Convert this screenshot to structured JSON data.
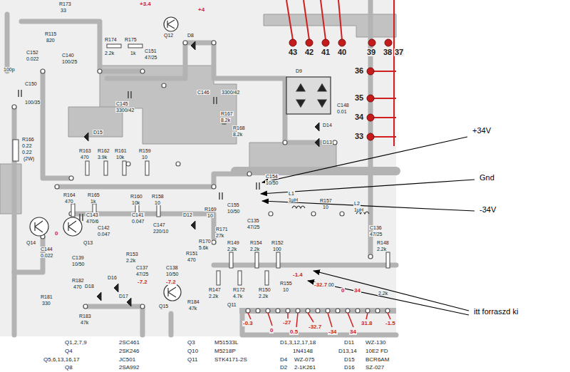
{
  "diagram": {
    "labels": [
      "R173",
      "33",
      "+3.4",
      "Q12",
      "+4",
      "R115",
      "820",
      "C152",
      "0.022",
      "C140",
      "100/25",
      "R174",
      "2.2k",
      "R175",
      "1k",
      "C151",
      "47/25",
      "D8",
      "100p",
      "C150",
      "100/35",
      "C145",
      "3300/42",
      "C146",
      "3300/42",
      "R167",
      "8.2k",
      "R168",
      "8.2k",
      "D9",
      "C148",
      "0.01",
      "D14",
      "D13",
      "D15",
      "R166",
      "0.22",
      "0.22",
      "(2W)",
      "R163",
      "470",
      "R162",
      "3.9k",
      "R161",
      "10k",
      "R159",
      "10",
      "43",
      "42",
      "41",
      "40",
      "39",
      "38",
      "37",
      "36",
      "35",
      "34",
      "33",
      "+34V",
      "Gnd",
      "-34V",
      "itt forraszd ki",
      "C154",
      "10/50",
      "C155",
      "10/50",
      "L1",
      "1μH",
      "R157",
      "10",
      "L2",
      "1μH",
      "R164",
      "470",
      "R165",
      "1k",
      "R160",
      "10k",
      "R158",
      "10",
      "C143",
      "470/6",
      "C141",
      "0.047",
      "C142",
      "0.047",
      "D12",
      "R169",
      "10",
      "C147",
      "220/10",
      "R171",
      "27k",
      "R170",
      "5.6k",
      "C135",
      "47/25",
      "C136",
      "47/25",
      "Q14",
      "Q13",
      "0",
      "C144",
      "0.022",
      "C139",
      "10/50",
      "R153",
      "2.2k",
      "C137",
      "47/25",
      "C138",
      "10/50",
      "R151",
      "470",
      "R149",
      "2.2k",
      "R154",
      "2.2k",
      "R152",
      "100",
      "R148",
      "2.2k",
      "R147",
      "2.2k",
      "R172",
      "4.7k",
      "R150",
      "2.2k",
      "R155",
      "10",
      "100",
      "2.2k",
      "-1.4",
      "-32.7",
      "0",
      "34",
      "D18",
      "D16",
      "D17",
      "R182",
      "470",
      "R181",
      "330",
      "R183",
      "47k",
      "R184",
      "47k",
      "-7.2",
      "-7.2",
      "Q15",
      "Q11",
      "-0.3",
      "0",
      "-27",
      "0.5",
      "-32.7",
      "-34",
      "34",
      "31.8",
      "-1.5",
      "Q1,2,7,9",
      "2SC461",
      "Q3",
      "M51533L",
      "D1,3,12,17,18",
      "D11",
      "WZ-130",
      "Q4",
      "2SK246",
      "Q10",
      "M5218P",
      "1N4148",
      "D13,14",
      "10E2 FD",
      "Q5,6,13,16,17",
      "JC501",
      "Q11",
      "STK4171-2S",
      "D4",
      "WZ-075",
      "D15",
      "BCR6AM",
      "Q8",
      "2SA992",
      "D2",
      "2-1K261",
      "D16",
      "SZ-027"
    ]
  }
}
